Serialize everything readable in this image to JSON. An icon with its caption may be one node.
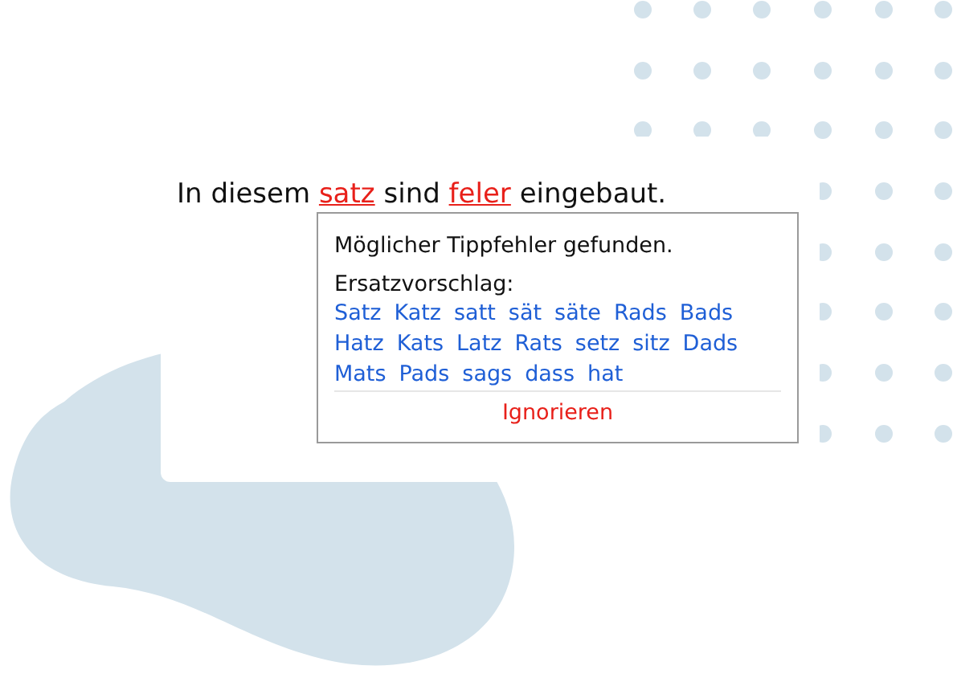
{
  "diagram": {
    "nodes": [
      {
        "text": [
          "Möglicher Tippfehler gefunden.",
          "Ersatzvorschlag:",
          "Satz",
          "Katz",
          "satt",
          "sät",
          "säte",
          "Rads",
          "Bads",
          "Hatz",
          "Kats",
          "Latz",
          "Rats",
          "setz",
          "sitz",
          "Dads",
          "Mats",
          "Pads",
          "sags",
          "dass",
          "hat",
          "Ignorieren"
        ]
      }
    ],
    "labels": [
      "In diesem",
      "satz",
      "sind",
      "feler",
      "eingebaut."
    ]
  }
}
